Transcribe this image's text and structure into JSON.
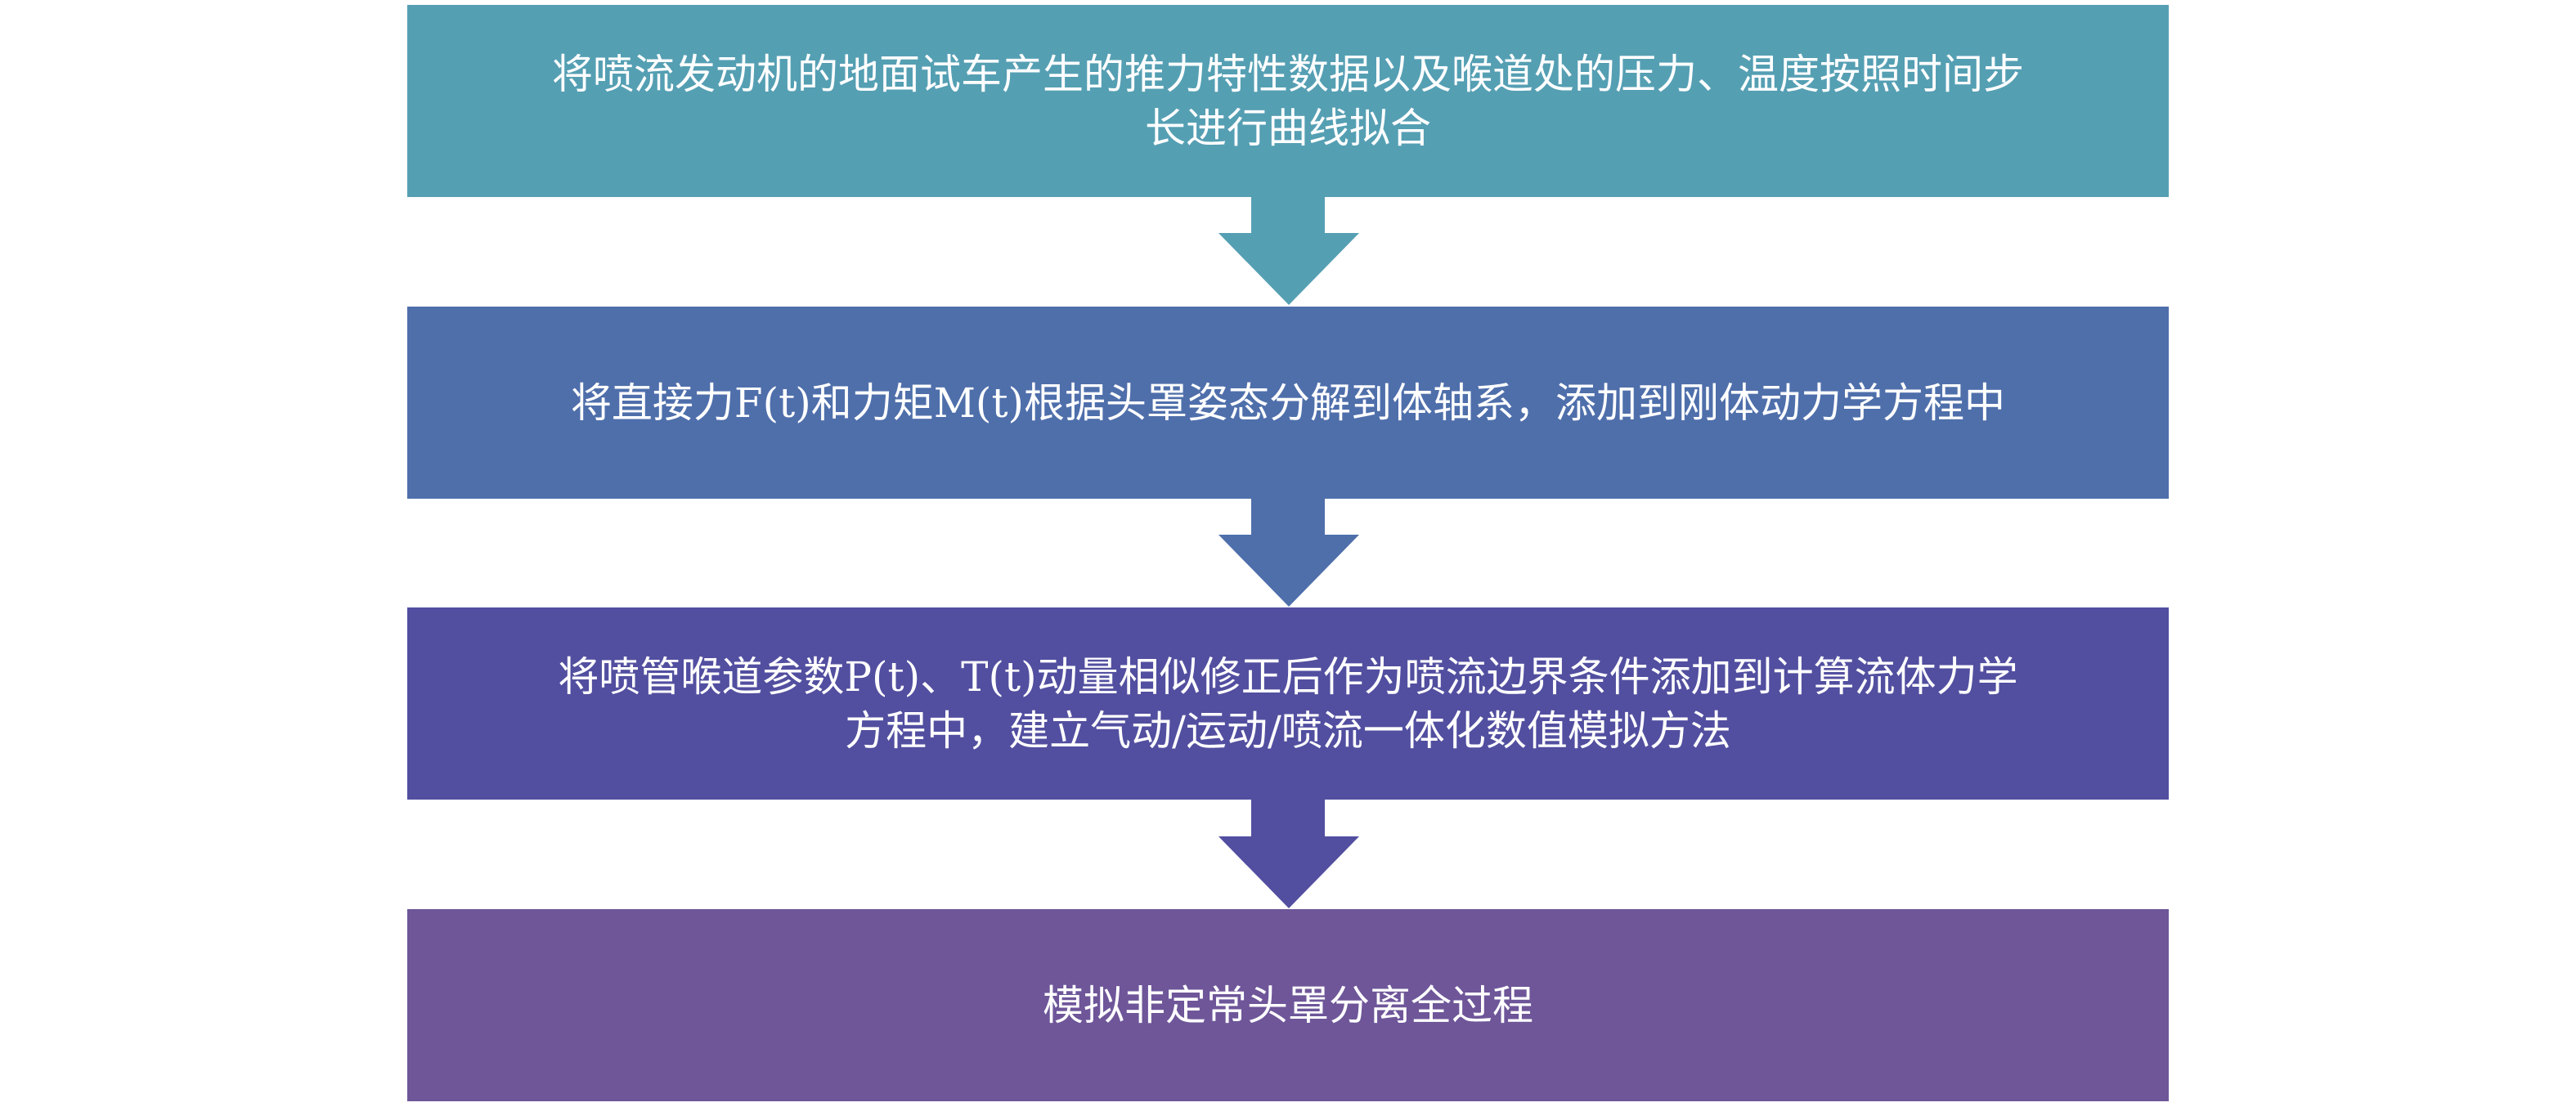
{
  "colors": {
    "step1": "#559fb3",
    "step2": "#4f6fab",
    "step3": "#524fa0",
    "step4": "#6e5699"
  },
  "steps": [
    {
      "text": "将喷流发动机的地面试车产生的推力特性数据以及喉道处的压力、温度按照时间步长进行曲线拟合"
    },
    {
      "text": "将直接力F(t)和力矩M(t)根据头罩姿态分解到体轴系，添加到刚体动力学方程中"
    },
    {
      "text": "将喷管喉道参数P(t)、T(t)动量相似修正后作为喷流边界条件添加到计算流体力学方程中，建立气动/运动/喷流一体化数值模拟方法"
    },
    {
      "text": "模拟非定常头罩分离全过程"
    }
  ]
}
